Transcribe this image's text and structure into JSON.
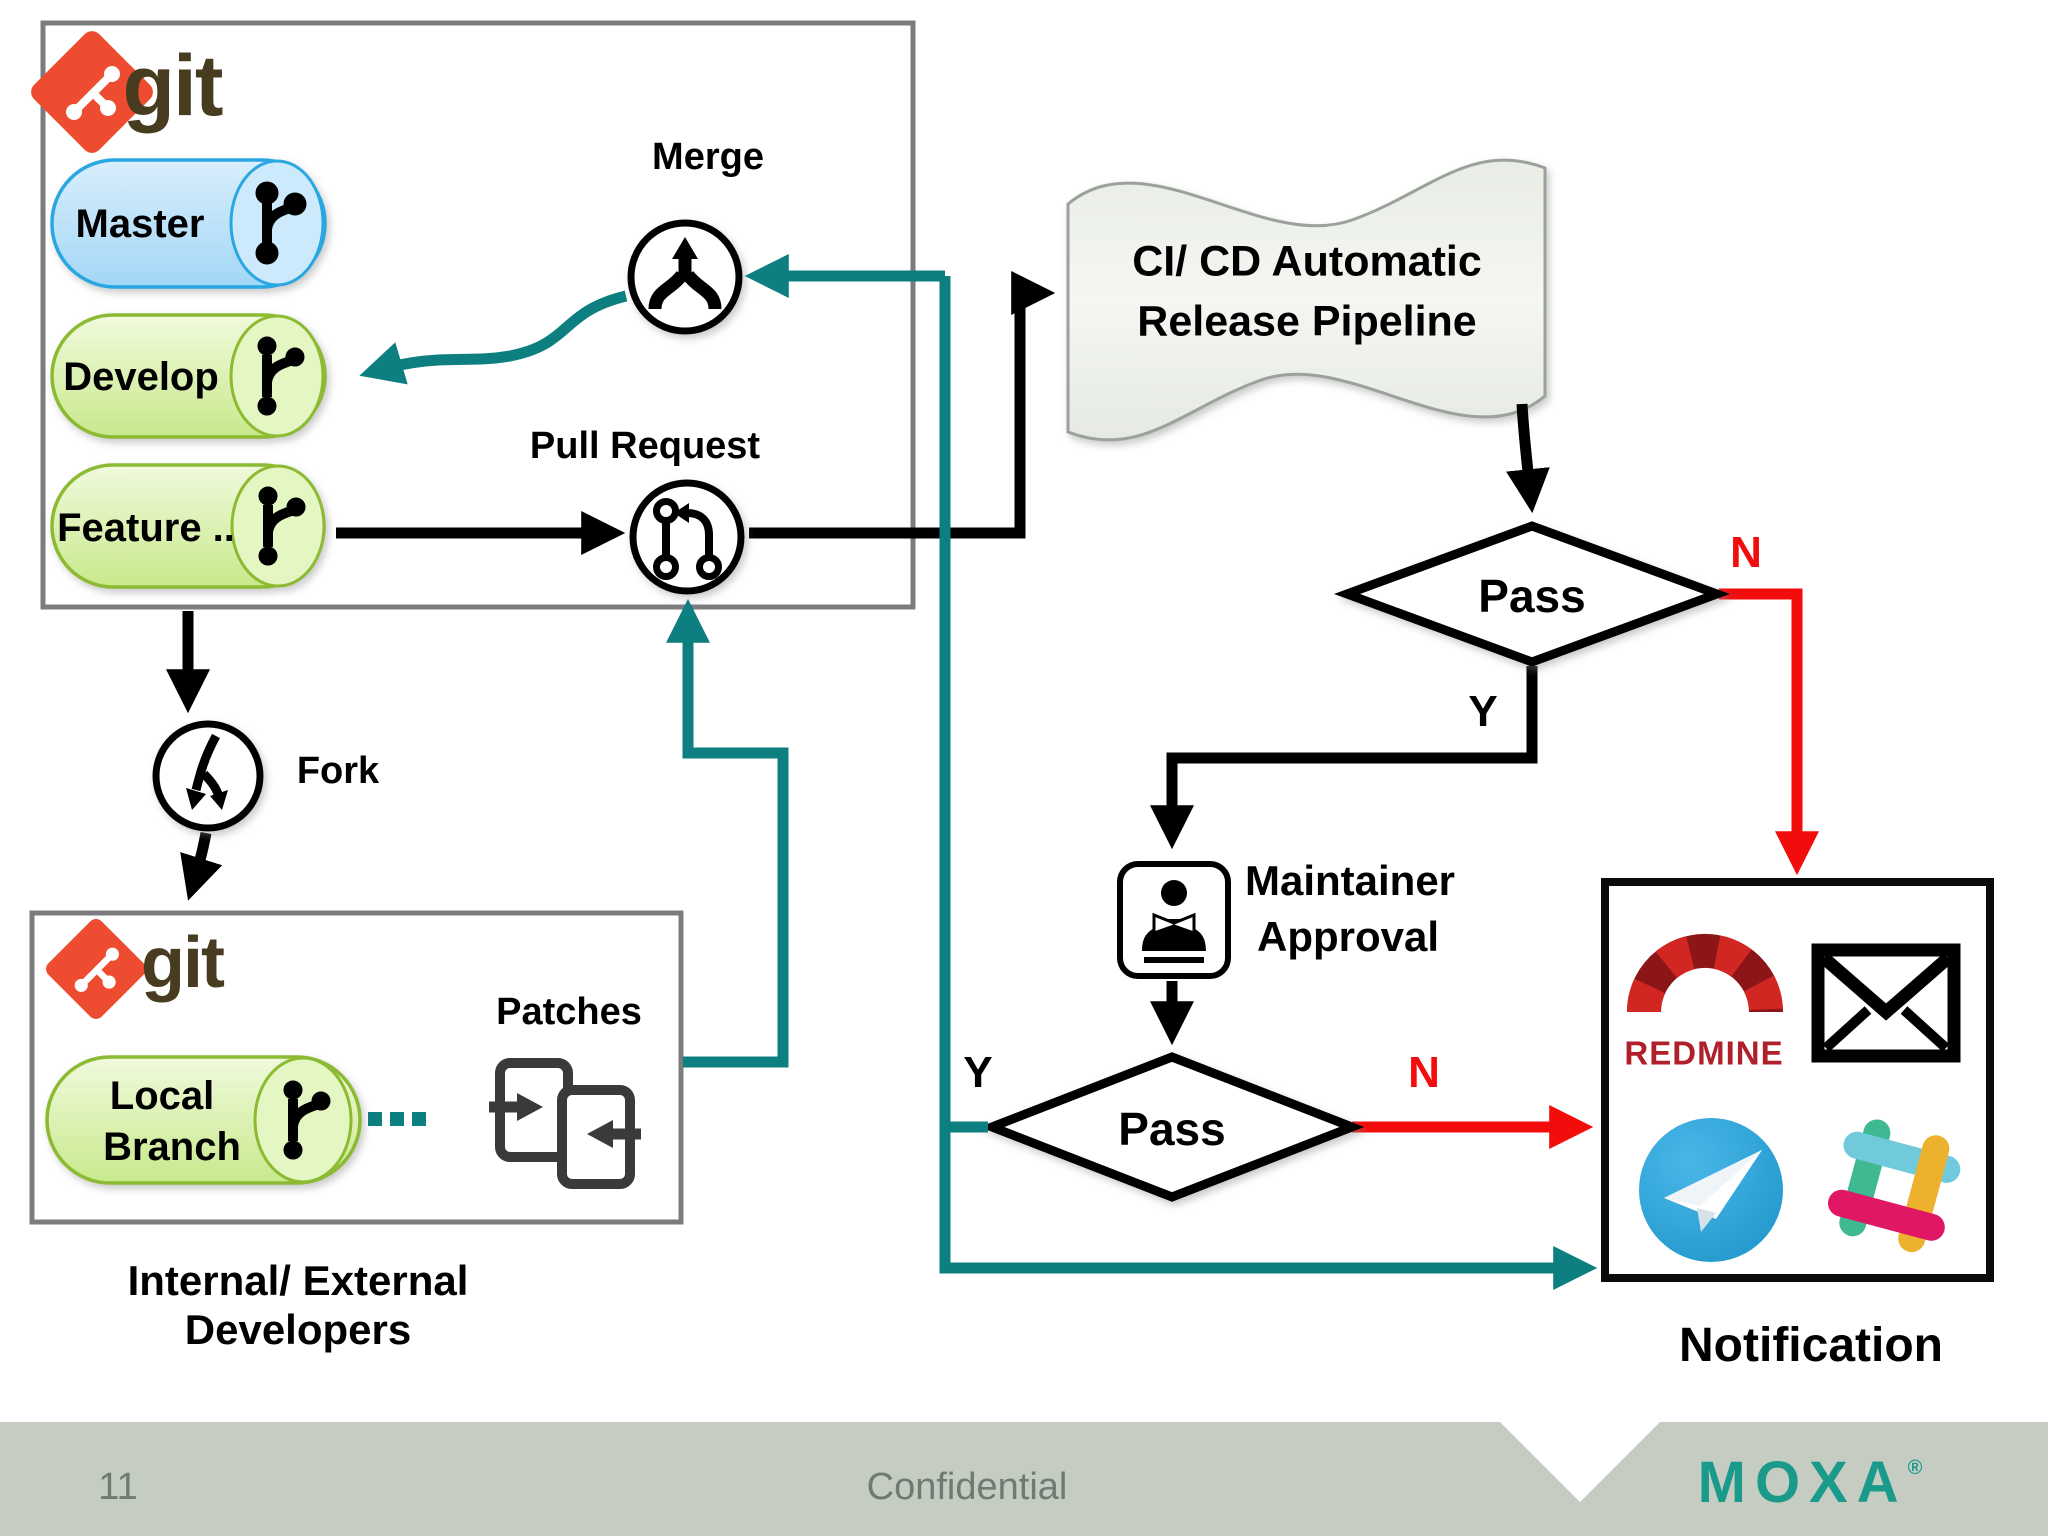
{
  "colors": {
    "teal": "#0e7f80",
    "red": "#f20c0c",
    "git_orange": "#ee4c30",
    "git_wordmark": "#473c20",
    "blue_branch_border": "#29a7e0",
    "green_branch_border": "#8cba30",
    "footer_band": "#c5cdc2",
    "moxa_teal": "#199a8a",
    "redmine_red": "#b0202a",
    "slack_green": "#3eb991",
    "slack_yellow": "#ecb22e",
    "slack_blue": "#70cadc",
    "slack_pink": "#e01765",
    "telegram_blue": "#2ea6d9"
  },
  "upstream": {
    "logo": "git",
    "merge": "Merge",
    "pull_request": "Pull Request",
    "branches": [
      {
        "label": "Master"
      },
      {
        "label": "Develop"
      },
      {
        "label": "Feature .."
      }
    ]
  },
  "fork": {
    "label": "Fork"
  },
  "local": {
    "logo": "git",
    "patches": "Patches",
    "branch_line1": "Local",
    "branch_line2": "Branch",
    "caption_line1": "Internal/ External",
    "caption_line2": "Developers"
  },
  "pipeline": {
    "line1": "CI/ CD Automatic",
    "line2": "Release Pipeline"
  },
  "decision1": {
    "label": "Pass",
    "yes": "Y",
    "no": "N"
  },
  "maintainer": {
    "line1": "Maintainer",
    "line2": "Approval"
  },
  "decision2": {
    "label": "Pass",
    "yes": "Y",
    "no": "N"
  },
  "notification": {
    "label": "Notification",
    "redmine_wordmark": "REDMINE"
  },
  "footer": {
    "page": "11",
    "center": "Confidential",
    "brand": "MOXA",
    "registered": "®"
  }
}
